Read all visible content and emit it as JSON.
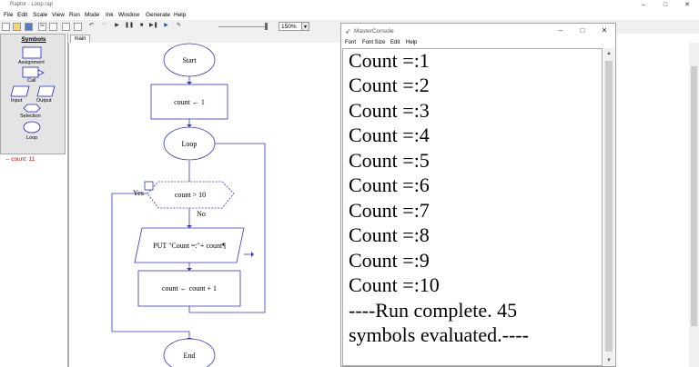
{
  "app": {
    "title": "Raptor - Loop.rap",
    "window_buttons": [
      "–",
      "□",
      "✕"
    ]
  },
  "menu": [
    "File",
    "Edit",
    "Scale",
    "View",
    "Run",
    "Mode",
    "Ink",
    "Window",
    "Generate",
    "Help"
  ],
  "toolbar": {
    "buttons": [
      "new",
      "open",
      "save",
      "cut",
      "copy",
      "paste",
      "print",
      "undo",
      "redo",
      "play",
      "pause",
      "stop",
      "step",
      "step-into",
      "pen"
    ],
    "zoom": "150%"
  },
  "symbols": {
    "header": "Symbols",
    "items": [
      "Assignment",
      "Call",
      "Input",
      "Output",
      "Selection",
      "Loop"
    ]
  },
  "variables": [
    "-- count: 11"
  ],
  "tab": "main",
  "flowchart": {
    "start": "Start",
    "assign1": "count ← 1",
    "loop": "Loop",
    "yes": "Yes",
    "condition": "count > 10",
    "no": "No",
    "output": "PUT \"Count =:\"+ count¶",
    "assign2": "count ← count + 1",
    "end": "End"
  },
  "console": {
    "title": "MasterConsole",
    "menu": [
      "Font",
      "Font Size",
      "Edit",
      "Help"
    ],
    "lines": [
      "Count =:1",
      "Count =:2",
      "Count =:3",
      "Count =:4",
      "Count =:5",
      "Count =:6",
      "Count =:7",
      "Count =:8",
      "Count =:9",
      "Count =:10",
      "----Run complete.  45",
      "symbols evaluated.----"
    ]
  }
}
